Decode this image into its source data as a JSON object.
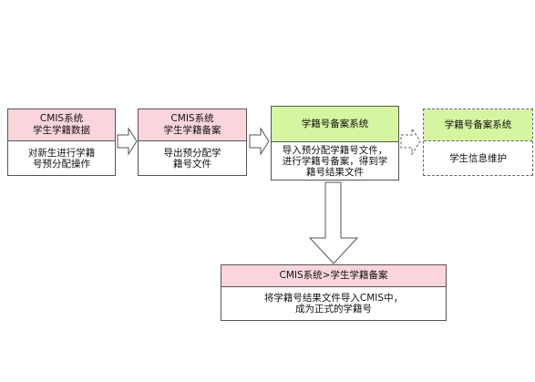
{
  "diagram": {
    "box1": {
      "title": "CMIS系统\n学生学籍数据",
      "body": "对新生进行学籍\n号预分配操作"
    },
    "box2": {
      "title": "CMIS系统\n学生学籍备案",
      "body": "导出预分配学\n籍号文件"
    },
    "box3": {
      "title": "学籍号备案系统",
      "body": "导入预分配学籍号文件，\n进行学籍号备案，得到学\n籍号结果文件"
    },
    "box4": {
      "title": "学籍号备案系统",
      "body": "学生信息维护"
    },
    "box5": {
      "title": "CMIS系统>学生学籍备案",
      "body": "将学籍号结果文件导入CMIS中，\n成为正式的学籍号"
    },
    "colors": {
      "title_pink": "#fbd5dc",
      "title_green": "#d6f5a0",
      "border": "#555555"
    }
  }
}
